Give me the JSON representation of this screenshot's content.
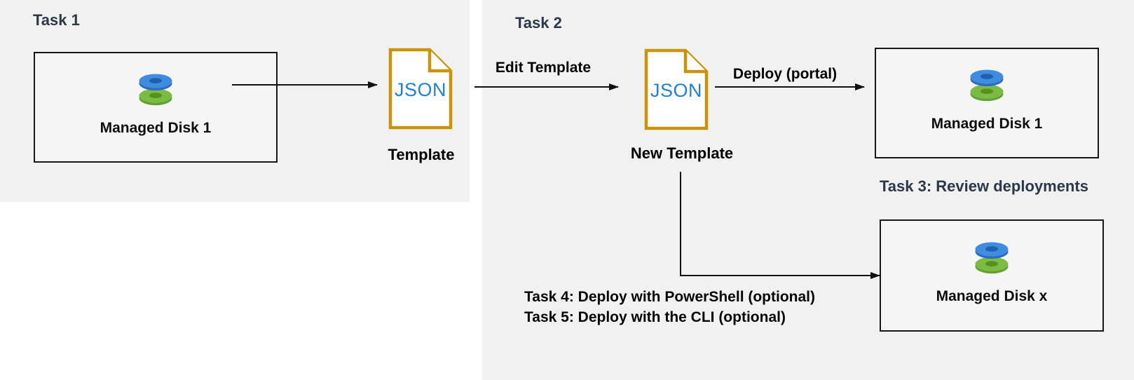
{
  "tasks": {
    "task1": "Task 1",
    "task2": "Task 2"
  },
  "nodes": {
    "managed_disk_1": "Managed Disk 1",
    "managed_disk_1_deployed": "Managed Disk 1",
    "managed_disk_x": "Managed Disk x"
  },
  "flow": {
    "json_file": "JSON",
    "template": "Template",
    "new_template": "New Template",
    "edit_template": "Edit Template",
    "deploy_portal": "Deploy (portal)"
  },
  "notes": {
    "task3": "Task 3: Review deployments",
    "task4": "Task 4: Deploy with PowerShell (optional)",
    "task5": "Task 5: Deploy with the CLI (optional)"
  },
  "colors": {
    "panel_bg": "#f1f1f1",
    "task_label": "#2b3848",
    "json_border": "#c9940b",
    "json_text": "#1e83d3",
    "disk_blue_face": "#3f8ce0",
    "disk_blue_side": "#2b6cc0",
    "disk_blue_hole": "#1f62ab",
    "disk_green_face": "#7dbc44",
    "disk_green_side": "#61a135",
    "disk_green_hole": "#55911d",
    "arrow": "#111111"
  }
}
